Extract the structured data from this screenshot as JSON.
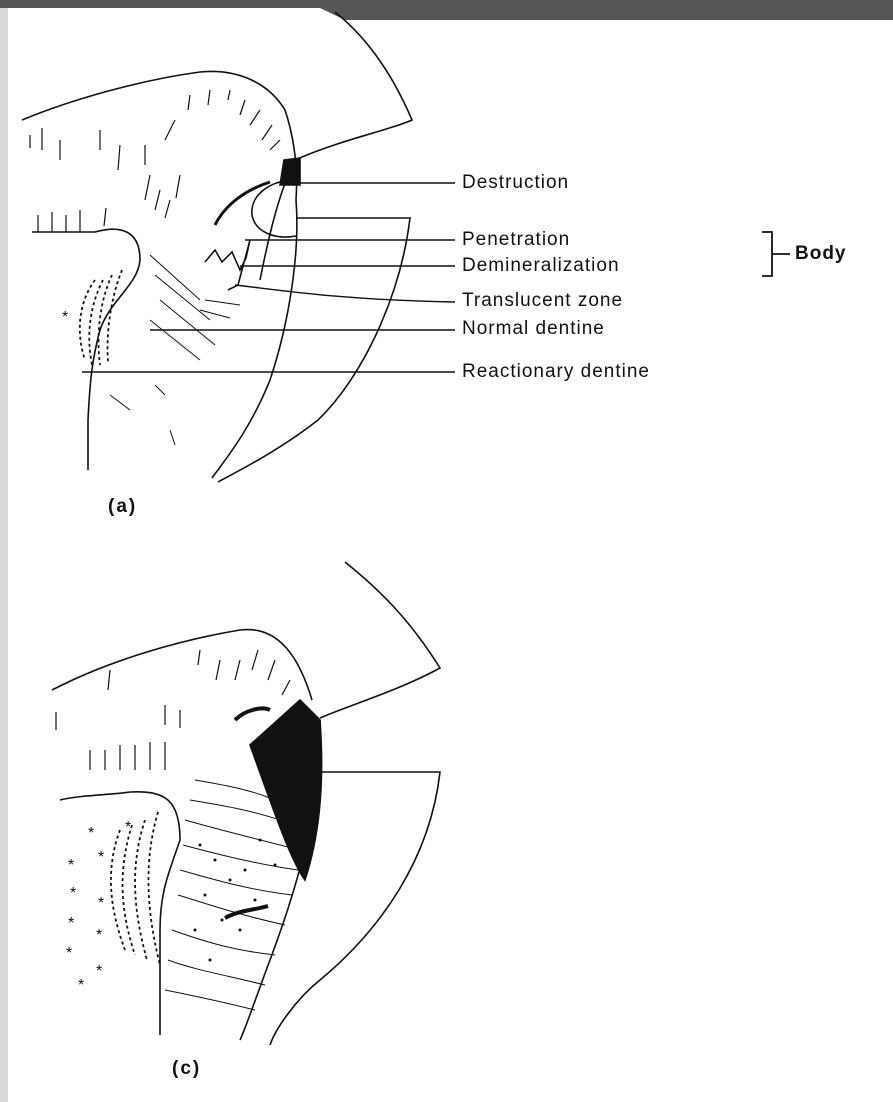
{
  "figure": {
    "panel_a": {
      "label": "(a)",
      "annotations": {
        "destruction": "Destruction",
        "penetration": "Penetration",
        "demineralization": "Demineralization",
        "body": "Body",
        "translucent_zone": "Translucent zone",
        "normal_dentine": "Normal dentine",
        "reactionary_dentine": "Reactionary dentine"
      }
    },
    "panel_c": {
      "label": "(c)"
    }
  },
  "colors": {
    "ink": "#111111",
    "paper": "#ffffff",
    "border": "#d9d9d9",
    "top_band": "#555555"
  }
}
